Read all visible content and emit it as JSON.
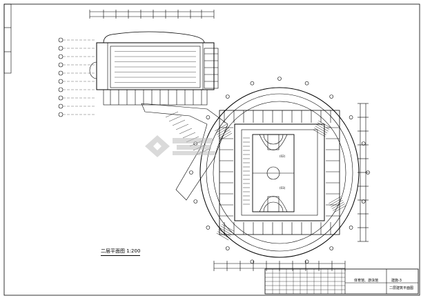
{
  "drawing": {
    "plan_title": "二层平面图 1:200",
    "court_labels": {
      "upper": "(02)",
      "lower": "(03)"
    }
  },
  "title_block": {
    "project": "体育馆、游泳馆",
    "sheet_name": "二层建筑平面图",
    "sheet_no": "建施-3"
  },
  "colors": {
    "line": "#000000",
    "background": "#ffffff",
    "watermark": "#bcbcbc"
  },
  "icons": [
    "watermark-logo-icon",
    "north-stair-icon"
  ]
}
